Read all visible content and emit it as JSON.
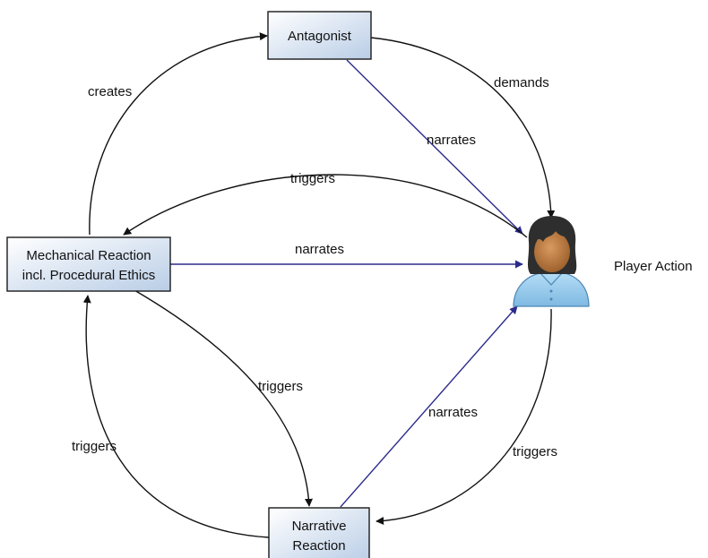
{
  "colors": {
    "box_fill_start": "#ffffff",
    "box_fill_end": "#b9cde6",
    "box_stroke": "#1a1a1a",
    "black_edge": "#111111",
    "blue_edge": "#2b2b8c",
    "person_skin": "#b8773f",
    "person_hair": "#2e2e2e",
    "person_shirt": "#8ec7ec"
  },
  "nodes": {
    "antagonist": {
      "label": "Antagonist"
    },
    "mechanical": {
      "line1": "Mechanical Reaction",
      "line2": "incl. Procedural Ethics"
    },
    "narrative": {
      "line1": "Narrative",
      "line2": "Reaction"
    },
    "player": {
      "label": "Player Action",
      "icon": "person-icon"
    }
  },
  "edges": {
    "creates": "creates",
    "demands": "demands",
    "antagonist_narrates": "narrates",
    "player_triggers_mechanical": "triggers",
    "mechanical_narrates": "narrates",
    "mechanical_triggers_narrative": "triggers",
    "narrative_triggers_mechanical": "triggers",
    "narrative_narrates": "narrates",
    "player_triggers_narrative": "triggers"
  }
}
